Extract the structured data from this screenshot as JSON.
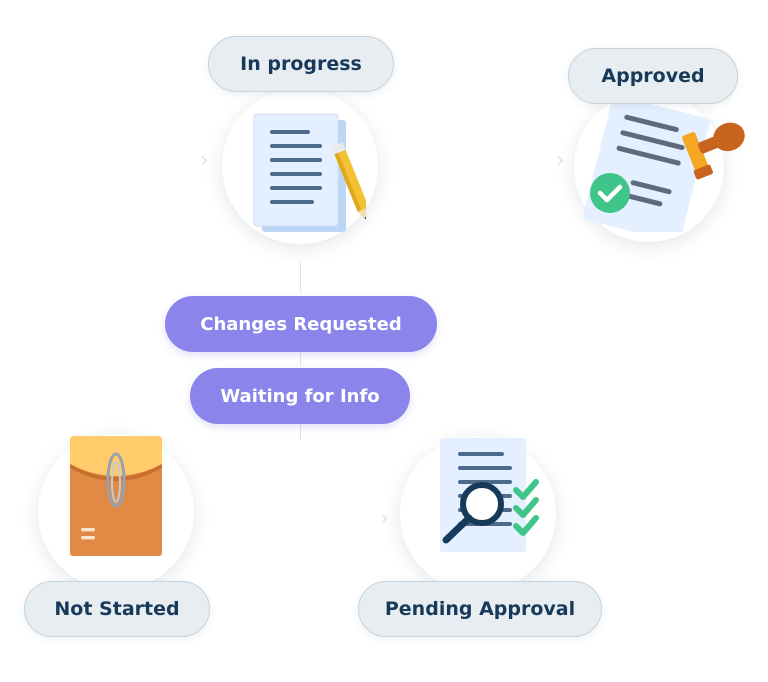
{
  "steps": {
    "in_progress": {
      "label": "In progress",
      "icon": "document-pencil-icon"
    },
    "approved": {
      "label": "Approved",
      "icon": "stamped-document-icon"
    },
    "changes_requested": {
      "label": "Changes Requested"
    },
    "waiting_for_info": {
      "label": "Waiting for Info"
    },
    "not_started": {
      "label": "Not Started",
      "icon": "envelope-folder-icon"
    },
    "pending_approval": {
      "label": "Pending Approval",
      "icon": "document-search-icon"
    }
  },
  "colors": {
    "grey_pill_bg": "#e8edf1",
    "grey_pill_text": "#173a5a",
    "purple_pill_bg": "#8b84ea",
    "purple_pill_text": "#ffffff",
    "check_green": "#3fc489",
    "stamp_orange": "#f5a623",
    "stamp_brown": "#c8641e",
    "folder_orange": "#e08a45",
    "folder_yellow": "#ffcb6b",
    "magnifier_navy": "#173a5a"
  }
}
